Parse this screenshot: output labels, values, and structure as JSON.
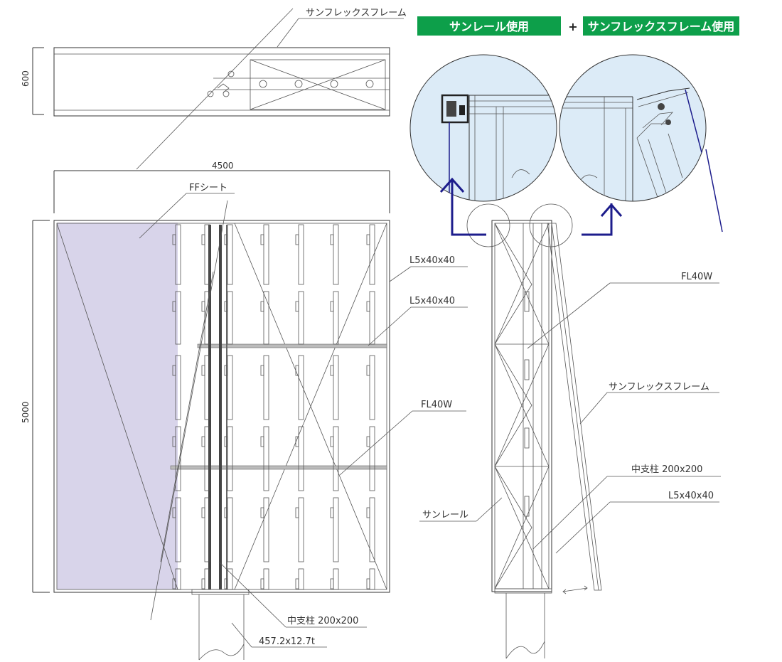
{
  "labels": {
    "top_frame": "サンフレックスフレーム",
    "dim_600": "600",
    "dim_4500": "4500",
    "dim_5000": "5000",
    "ff_sheet": "FFシート",
    "l5_a": "L5x40x40",
    "l5_b": "L5x40x40",
    "fl40w_left": "FL40W",
    "center_post_left": "中支柱 200x200",
    "pipe": "457.2x12.7t",
    "fl40w_right": "FL40W",
    "frame_right": "サンフレックスフレーム",
    "center_post_right": "中支柱  200x200",
    "l5_right": "L5x40x40",
    "sunrail": "サンレール"
  },
  "badges": {
    "left": "サンレール使用",
    "plus": "+",
    "right": "サンフレックスフレーム使用"
  },
  "colors": {
    "badge_green": "#0d9f4a",
    "circle_fill": "#dcebf7",
    "sheet_fill": "#d8d4ea",
    "arrow_navy": "#1d1d8c"
  }
}
